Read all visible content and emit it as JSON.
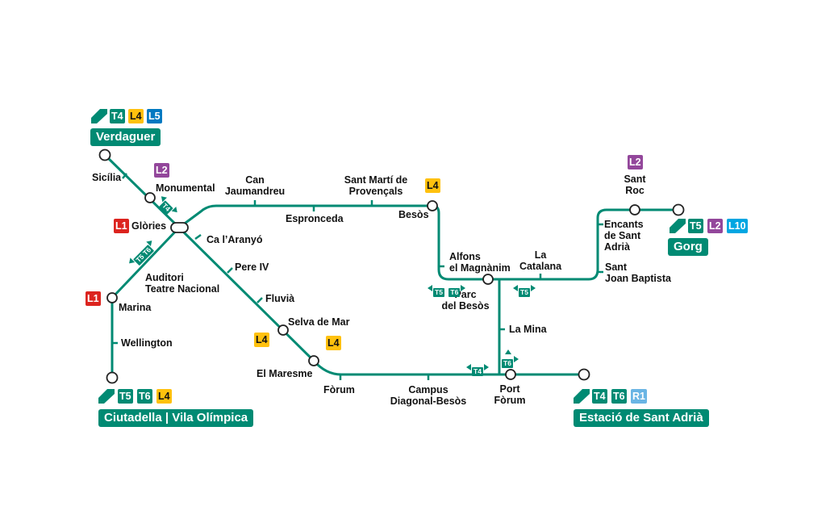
{
  "colors": {
    "tram_line": "#008a73",
    "tram_badge": "#008a73",
    "metro_L1": "#dc241f",
    "metro_L2": "#93479b",
    "metro_L4": "#ffc10e",
    "metro_L5": "#0079c1",
    "metro_L10": "#00a6e2",
    "rodalies_R1": "#6ab5e4",
    "text": "#111111"
  },
  "icon_tram": "tram-logo-icon",
  "terminals": {
    "verdaguer": {
      "name": "Verdaguer",
      "badges": [
        "T4",
        "L4",
        "L5"
      ]
    },
    "ciutadella": {
      "name": "Ciutadella | Vila Olímpica",
      "badges": [
        "T5",
        "T6",
        "L4"
      ]
    },
    "sant_adria": {
      "name": "Estació de Sant Adrià",
      "badges": [
        "T4",
        "T6",
        "R1"
      ]
    },
    "gorg": {
      "name": "Gorg",
      "badges": [
        "T5",
        "L2",
        "L10"
      ]
    }
  },
  "stations": {
    "sicilia": "Sicília",
    "monumental": "Monumental",
    "glories": "Glòries",
    "ca_laranyo": "Ca l’Aranyó",
    "pere_iv": "Pere IV",
    "fluvia": "Fluvià",
    "selva_de_mar": "Selva de Mar",
    "el_maresme": "El Maresme",
    "forum": "Fòrum",
    "campus_l1": "Campus",
    "campus_l2": "Diagonal-Besòs",
    "port_forum_l1": "Port",
    "port_forum_l2": "Fòrum",
    "auditori_l1": "Auditori",
    "auditori_l2": "Teatre Nacional",
    "marina": "Marina",
    "wellington": "Wellington",
    "can_jaumandreu_l1": "Can",
    "can_jaumandreu_l2": "Jaumandreu",
    "espronceda": "Espronceda",
    "sant_marti_l1": "Sant Martí de",
    "sant_marti_l2": "Provençals",
    "besos": "Besòs",
    "alfons_l1": "Alfons",
    "alfons_l2": "el Magnànim",
    "parc_l1": "Parc",
    "parc_l2": "del Besòs",
    "la_catalana_l1": "La",
    "la_catalana_l2": "Catalana",
    "la_mina": "La Mina",
    "sant_joan_l1": "Sant",
    "sant_joan_l2": "Joan Baptista",
    "encants_l1": "Encants",
    "encants_l2": "de Sant",
    "encants_l3": "Adrià",
    "sant_roc_l1": "Sant",
    "sant_roc_l2": "Roc"
  },
  "connections": {
    "monumental": "L2",
    "glories": "L1",
    "marina": "L1",
    "selva_de_mar": "L4",
    "el_maresme": "L4",
    "besos": "L4",
    "sant_roc": "L2"
  },
  "direction_chips": {
    "t4_glories": "T4",
    "t5t6_glories": "T5 T6",
    "t5t6_parc_t5": "T5",
    "t5t6_parc_t6": "T6",
    "t5_catalana": "T5",
    "t4_forum": "T4",
    "t6_port": "T6"
  }
}
